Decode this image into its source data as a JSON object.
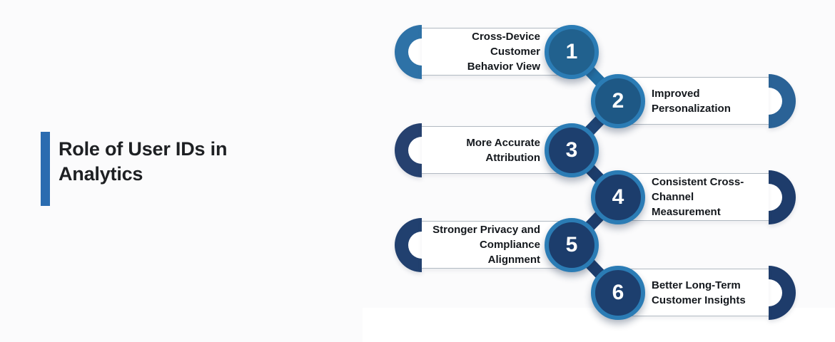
{
  "title": "Role of User IDs in Analytics",
  "title_lines": [
    "Role of User IDs in",
    "Analytics"
  ],
  "items": [
    {
      "number": "1",
      "label": "Cross-Device Customer Behavior View",
      "lines": [
        "Cross-Device Customer",
        "Behavior View"
      ],
      "side": "left",
      "colors": {
        "cap": "#2E72A7",
        "fill": "#21618E",
        "ring": "#2B7CB5"
      }
    },
    {
      "number": "2",
      "label": "Improved Personalization",
      "lines": [
        "Improved",
        "Personalization"
      ],
      "side": "right",
      "colors": {
        "cap": "#2A6296",
        "fill": "#1E5885",
        "ring": "#2B7CB5"
      }
    },
    {
      "number": "3",
      "label": "More Accurate Attribution",
      "lines": [
        "More Accurate",
        "Attribution"
      ],
      "side": "left",
      "colors": {
        "cap": "#26416F",
        "fill": "#1D3F6E",
        "ring": "#2B7CB5"
      }
    },
    {
      "number": "4",
      "label": "Consistent Cross-Channel Measurement",
      "lines": [
        "Consistent Cross-",
        "Channel Measurement"
      ],
      "side": "right",
      "colors": {
        "cap": "#1E3C6B",
        "fill": "#1C3D6C",
        "ring": "#2B7CB5"
      }
    },
    {
      "number": "5",
      "label": "Stronger Privacy and Compliance Alignment",
      "lines": [
        "Stronger Privacy and",
        "Compliance Alignment"
      ],
      "side": "left",
      "colors": {
        "cap": "#21406F",
        "fill": "#1C3D6C",
        "ring": "#2B7CB5"
      }
    },
    {
      "number": "6",
      "label": "Better Long-Term Customer Insights",
      "lines": [
        "Better Long-Term",
        "Customer Insights"
      ],
      "side": "right",
      "colors": {
        "cap": "#1E3C6B",
        "fill": "#1D3F6E",
        "ring": "#2B7CB5"
      }
    }
  ],
  "connectors": [
    {
      "from": 1,
      "to": 2,
      "color": "#2470A5"
    },
    {
      "from": 2,
      "to": 3,
      "color": "#1F4576"
    },
    {
      "from": 3,
      "to": 4,
      "color": "#1D3E6D"
    },
    {
      "from": 4,
      "to": 5,
      "color": "#1D3E6D"
    },
    {
      "from": 5,
      "to": 6,
      "color": "#1D3E6D"
    }
  ],
  "colors": {
    "background": "#FBFBFC",
    "surface_white": "#FFFFFF",
    "accent_bar": "#2B6CB0",
    "title_text": "#1E2023",
    "label_text": "#14181D",
    "pill_border": "#B2BAC2",
    "ring": "#2B7CB5",
    "number_text": "#FFFFFF"
  }
}
